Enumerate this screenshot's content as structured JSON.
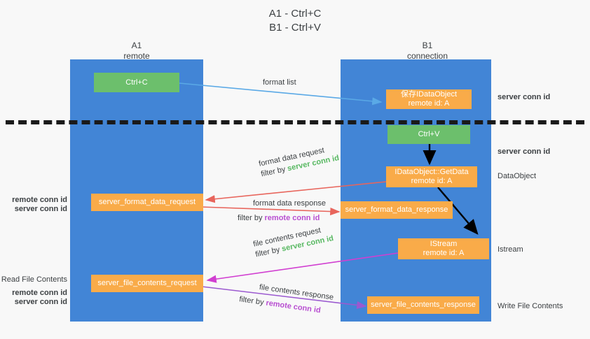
{
  "title": {
    "line1": "A1 - Ctrl+C",
    "line2": "B1 - Ctrl+V"
  },
  "columns": [
    {
      "name": "A1",
      "sub": "remote"
    },
    {
      "name": "B1",
      "sub": "connection"
    }
  ],
  "colors": {
    "lane": "#4285d6",
    "green_box": "#6cbf6c",
    "orange_box": "#f9ab49",
    "server_conn_id": "#57b861",
    "remote_conn_id": "#b84fd1",
    "arrow_blue": "#5aa9e6",
    "arrow_red": "#e8655c",
    "arrow_black": "#000000",
    "arrow_magenta": "#d13fd1",
    "arrow_purple": "#9b59d0",
    "divider": "#1a1a1a",
    "background": "#f8f8f8"
  },
  "nodes": {
    "ctrl_c": {
      "label": "Ctrl+C"
    },
    "ctrl_v": {
      "label": "Ctrl+V"
    },
    "save_idataobject": {
      "line1": "保存IDataObject",
      "line2": "remote id: A"
    },
    "getdata": {
      "line1": "IDataObject::GetData",
      "line2": "remote id: A"
    },
    "istream": {
      "line1": "IStream",
      "line2": "remote id: A"
    },
    "server_format_data_request": {
      "label": "server_format_data_request"
    },
    "server_format_data_response": {
      "label": "server_format_data_response"
    },
    "server_file_contents_request": {
      "label": "server_file_contents_request"
    },
    "server_file_contents_response": {
      "label": "server_file_contents_response"
    }
  },
  "edges": {
    "format_list": {
      "label": "format list"
    },
    "format_data_request": {
      "line1": "format data request",
      "filter_prefix": "filter by ",
      "filter_key": "server conn id"
    },
    "format_data_response": {
      "line1": "format data response",
      "filter_prefix": "filter by ",
      "filter_key": "remote conn id"
    },
    "file_contents_request": {
      "line1": "file contents request",
      "filter_prefix": "filter by ",
      "filter_key": "server conn id"
    },
    "file_contents_response": {
      "line1": "file contents response",
      "filter_prefix": "filter by ",
      "filter_key": "remote conn id"
    }
  },
  "annotations": {
    "right_server_conn_id_top": "server conn id",
    "right_server_conn_id_mid": "server conn id",
    "right_dataobject": "DataObject",
    "right_istream": "Istream",
    "right_write_file_contents": "Write File Contents",
    "left_remote_conn_id_1": "remote conn id",
    "left_server_conn_id_1": "server conn id",
    "left_read_file_contents": "Read File Contents",
    "left_remote_conn_id_2": "remote conn id",
    "left_server_conn_id_2": "server conn id"
  }
}
